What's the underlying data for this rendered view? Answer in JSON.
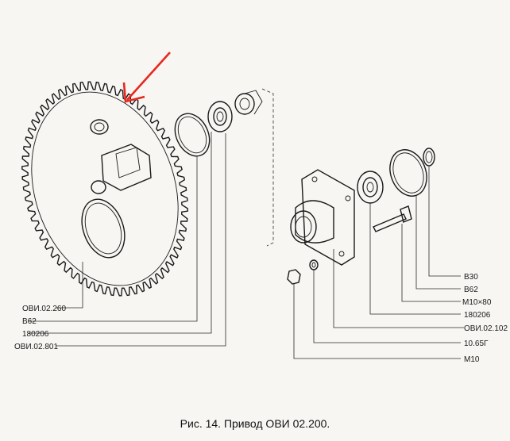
{
  "figure": {
    "caption": "Рис. 14. Привод ОВИ 02.200."
  },
  "labels_left": [
    {
      "id": "sprocket",
      "text": "ОВИ.02.260"
    },
    {
      "id": "ring-left",
      "text": "В62"
    },
    {
      "id": "bearing-left",
      "text": "180206"
    },
    {
      "id": "hub",
      "text": "ОВИ.02.801"
    }
  ],
  "labels_right": [
    {
      "id": "circlip-small",
      "text": "В30"
    },
    {
      "id": "ring-right",
      "text": "В62"
    },
    {
      "id": "bolt",
      "text": "М10×80"
    },
    {
      "id": "bearing-right",
      "text": "180206"
    },
    {
      "id": "housing",
      "text": "ОВИ.02.102"
    },
    {
      "id": "washer",
      "text": "10.65Г"
    },
    {
      "id": "nut",
      "text": "М10"
    }
  ],
  "colors": {
    "annotation_arrow": "#e8281e",
    "ink": "#1a1a1a",
    "paper": "#f7f6f3"
  }
}
